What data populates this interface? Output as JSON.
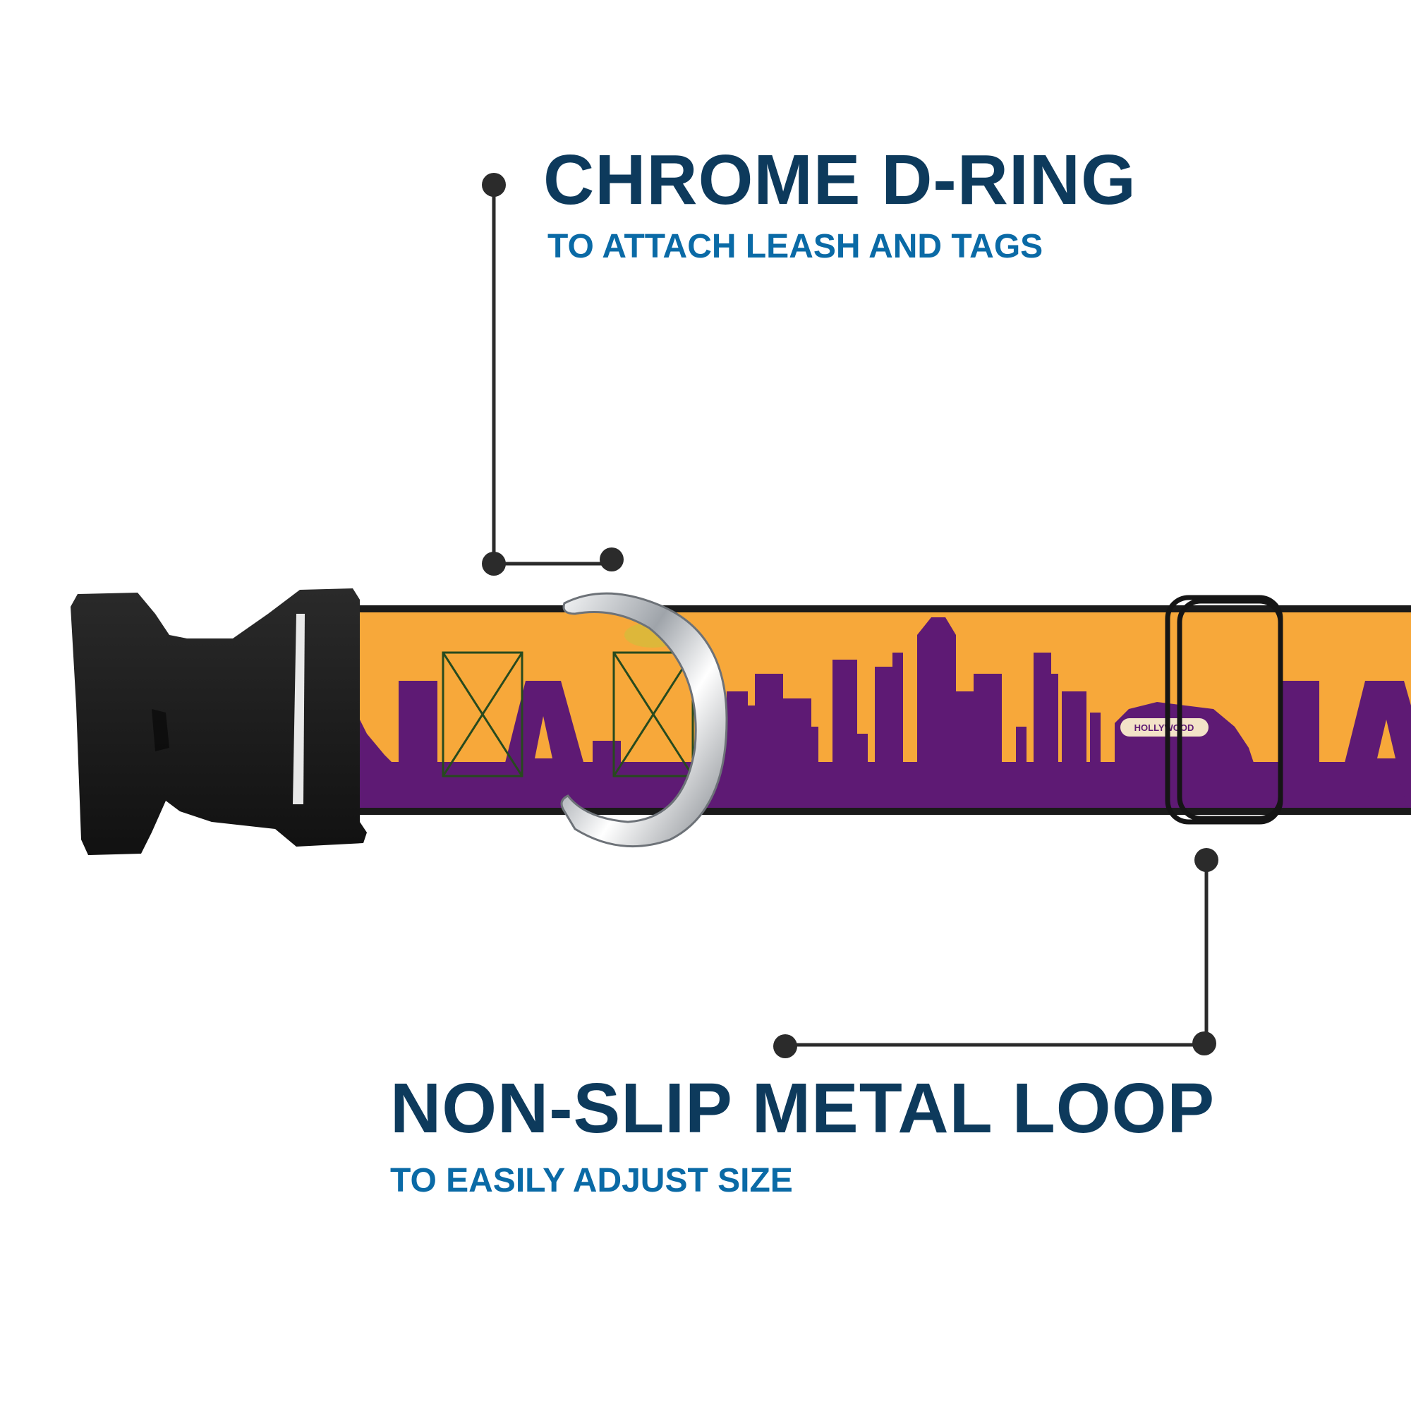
{
  "colors": {
    "title": "#0d3a5c",
    "subtitle": "#0a6aa6",
    "leader": "#2b2b2b",
    "webbing_yellow": "#f7a83a",
    "webbing_purple": "#5e1a74",
    "buckle": "#1c1c1c",
    "chrome": "#c9ccd0"
  },
  "product": {
    "sign_text": "HOLLYWOOD",
    "print_text": "LA"
  },
  "callouts": [
    {
      "title": "CHROME D-RING",
      "subtitle": "TO ATTACH LEASH AND TAGS"
    },
    {
      "title": "NON-SLIP METAL LOOP",
      "subtitle": "TO EASILY ADJUST SIZE"
    }
  ]
}
